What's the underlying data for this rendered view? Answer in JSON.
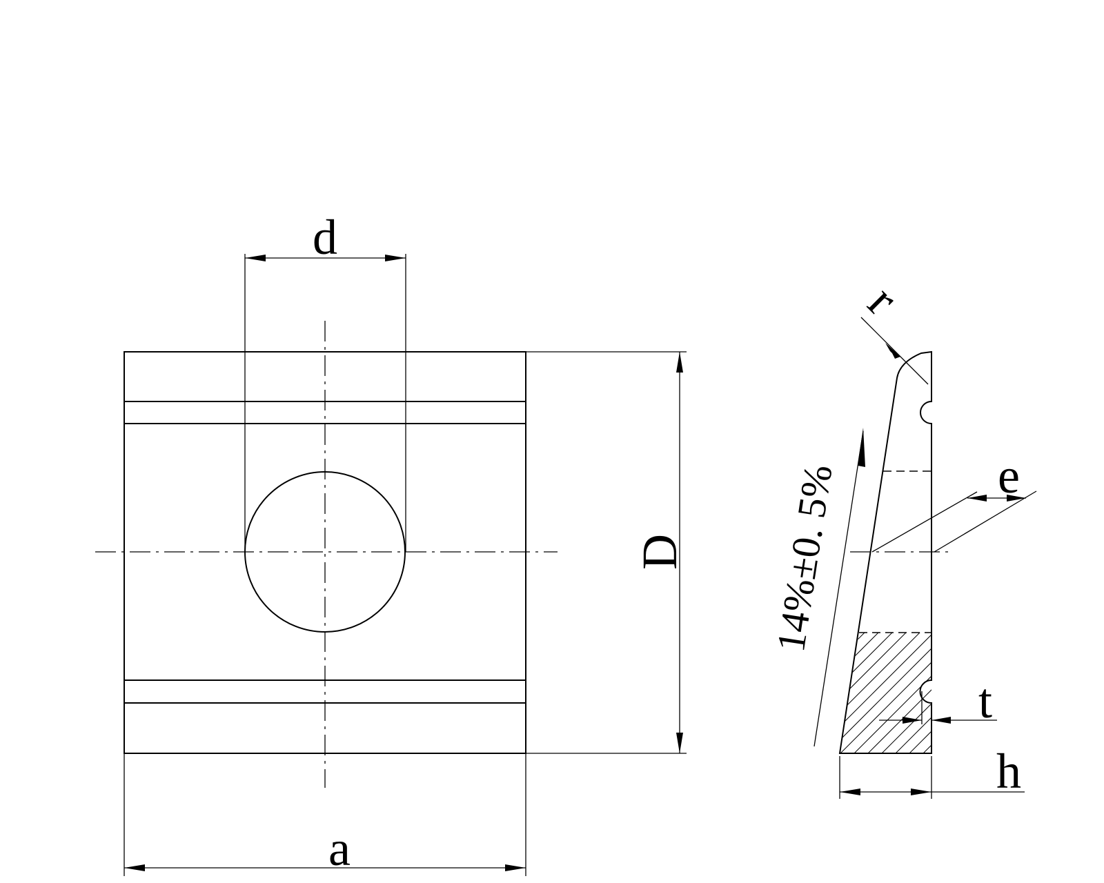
{
  "labels": {
    "d": "d",
    "a": "a",
    "D": "D",
    "r": "r",
    "e": "e",
    "t": "t",
    "h": "h",
    "slope": "14%±0. 5%"
  }
}
